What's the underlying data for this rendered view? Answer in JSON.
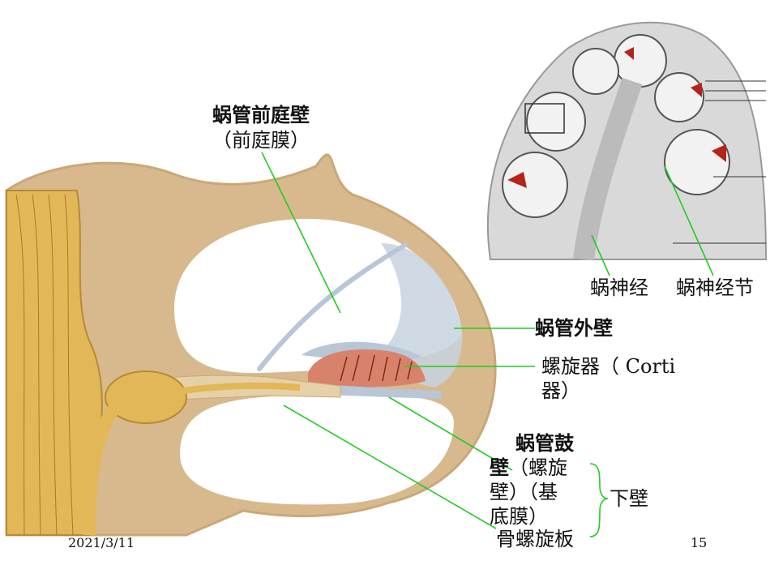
{
  "labels": {
    "vestibular_wall": "蜗管前庭壁",
    "vestibular_membrane": "（前庭膜）",
    "outer_wall": "蜗管外壁",
    "organ_line1": "螺旋器（ Corti",
    "organ_line2": "器）",
    "tympanic_wall_line1": "蜗管鼓",
    "tympanic_wall_bold2": "壁",
    "tympanic_wall_rest2": "（螺旋",
    "tympanic_wall_line3": "壁）（基",
    "tympanic_wall_line4": "底膜）",
    "osseous_lamina": "骨螺旋板",
    "lower_wall": "下壁",
    "cochlear_nerve": "蜗神经",
    "spiral_ganglion": "蜗神经节"
  },
  "footer": {
    "date": "2021/3/11",
    "page": "15"
  },
  "colors": {
    "bone": "#d8b98d",
    "bone_edge": "#c9a878",
    "pointer": "#22cc22",
    "membrane": "#b8c6d6",
    "organ": "#d9826b",
    "nerve": "#e2b757",
    "cochlea_gray": "#d9d9d9"
  }
}
